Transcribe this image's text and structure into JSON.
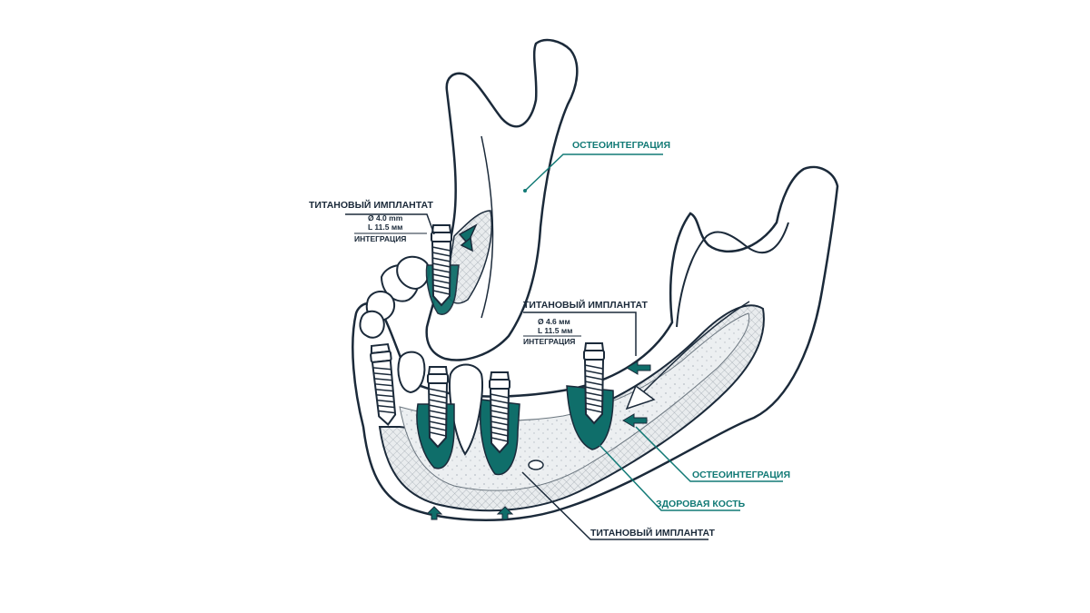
{
  "colors": {
    "outline": "#1b2a3a",
    "bone_fill": "#ffffff",
    "cancellous_fill": "#e4e7ea",
    "osseo_teal": "#0f6e6a",
    "label_teal": "#127a76",
    "label_dark": "#1b2a3a",
    "background": "#ffffff"
  },
  "labels": {
    "osseo_top": "ОСТЕОИНТЕГРАЦИЯ",
    "implant_left_title": "ТИТАНОВЫЙ ИМПЛАНТАТ",
    "implant_left_diameter": "Ø 4.0 mm",
    "implant_left_length": "L 11.5 мм",
    "implant_left_integration": "ИНТЕГРАЦИЯ",
    "implant_right_title": "ТИТАНОВЫЙ ИМПЛАНТАТ",
    "implant_right_diameter": "Ø 4.6 мм",
    "implant_right_length": "L 11.5 мм",
    "implant_right_integration": "ИНТЕГРАЦИЯ",
    "osseo_bottom": "ОСТЕОИНТЕГРАЦИЯ",
    "healthy_bone": "ЗДОРОВАЯ КОСТЬ",
    "implant_bottom": "ТИТАНОВЫЙ ИМПЛАНТАТ"
  },
  "icons": [
    "mandible-illustration",
    "titanium-implant-icon",
    "tooth-icon",
    "arrow-icon"
  ]
}
